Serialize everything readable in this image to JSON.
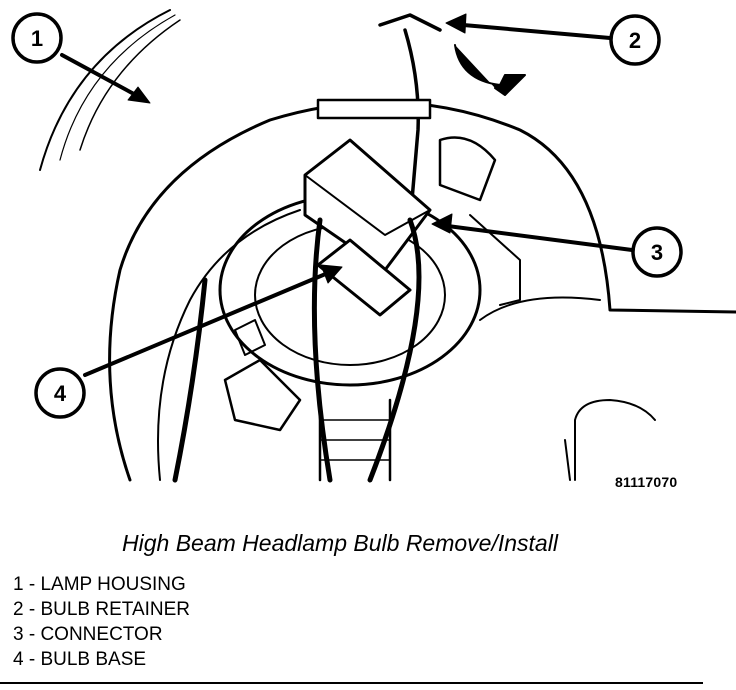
{
  "figure": {
    "figure_id": "81117070",
    "callouts": [
      {
        "number": "1",
        "target": "LAMP HOUSING"
      },
      {
        "number": "2",
        "target": "BULB RETAINER"
      },
      {
        "number": "3",
        "target": "CONNECTOR"
      },
      {
        "number": "4",
        "target": "BULB BASE"
      }
    ]
  },
  "caption": "High Beam Headlamp Bulb Remove/Install",
  "legend": [
    "1 - LAMP HOUSING",
    "2 - BULB RETAINER",
    "3 - CONNECTOR",
    "4 - BULB BASE"
  ],
  "colors": {
    "ink": "#000000",
    "paper": "#ffffff"
  }
}
